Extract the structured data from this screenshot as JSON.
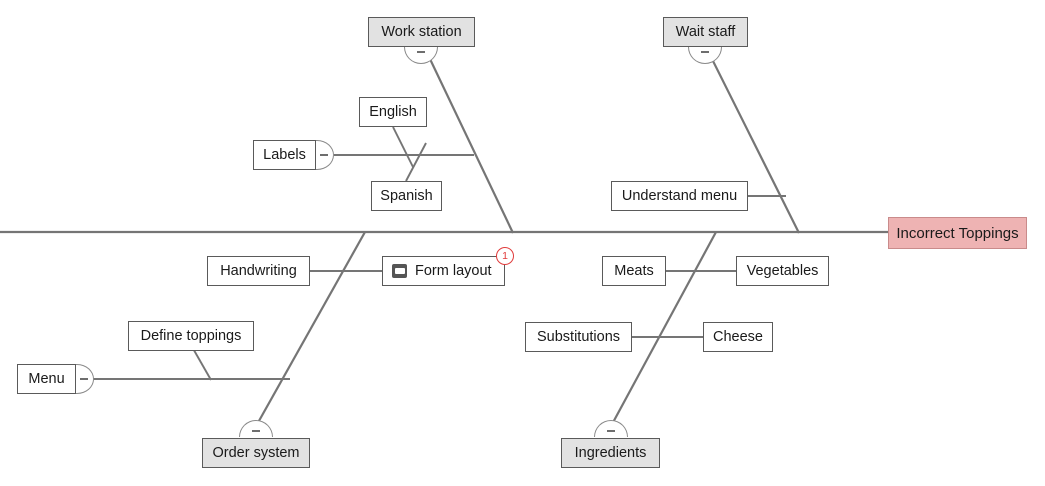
{
  "diagram": {
    "type": "fishbone",
    "title_effect": "Incorrect Toppings",
    "colors": {
      "spine": "#757575",
      "node_border": "#5a5a5a",
      "category_fill": "#e2e2e2",
      "effect_fill": "#eeb3b3",
      "effect_border": "#c98b8b",
      "badge": "#e03b3b",
      "text": "#1a1a1a"
    },
    "effect": {
      "label": "Incorrect Toppings"
    },
    "categories": [
      {
        "id": "work-station",
        "label": "Work station",
        "position": "top-left"
      },
      {
        "id": "wait-staff",
        "label": "Wait staff",
        "position": "top-right"
      },
      {
        "id": "order-system",
        "label": "Order system",
        "position": "bottom-left"
      },
      {
        "id": "ingredients",
        "label": "Ingredients",
        "position": "bottom-right"
      }
    ],
    "causes": [
      {
        "id": "labels",
        "label": "Labels",
        "parent": "work-station",
        "handle": "right"
      },
      {
        "id": "english",
        "label": "English",
        "parent": "labels"
      },
      {
        "id": "spanish",
        "label": "Spanish",
        "parent": "labels"
      },
      {
        "id": "understand-menu",
        "label": "Understand menu",
        "parent": "wait-staff"
      },
      {
        "id": "handwriting",
        "label": "Handwriting",
        "parent": "order-system"
      },
      {
        "id": "form-layout",
        "label": "Form layout",
        "parent": "order-system",
        "icon": "note-icon",
        "badge": "1"
      },
      {
        "id": "menu",
        "label": "Menu",
        "parent": "order-system",
        "handle": "right"
      },
      {
        "id": "define-toppings",
        "label": "Define toppings",
        "parent": "menu"
      },
      {
        "id": "meats",
        "label": "Meats",
        "parent": "ingredients"
      },
      {
        "id": "vegetables",
        "label": "Vegetables",
        "parent": "ingredients"
      },
      {
        "id": "substitutions",
        "label": "Substitutions",
        "parent": "ingredients"
      },
      {
        "id": "cheese",
        "label": "Cheese",
        "parent": "ingredients"
      }
    ],
    "handles": {
      "collapse_symbol": "–"
    },
    "badges": {
      "form_layout_count": "1"
    }
  }
}
